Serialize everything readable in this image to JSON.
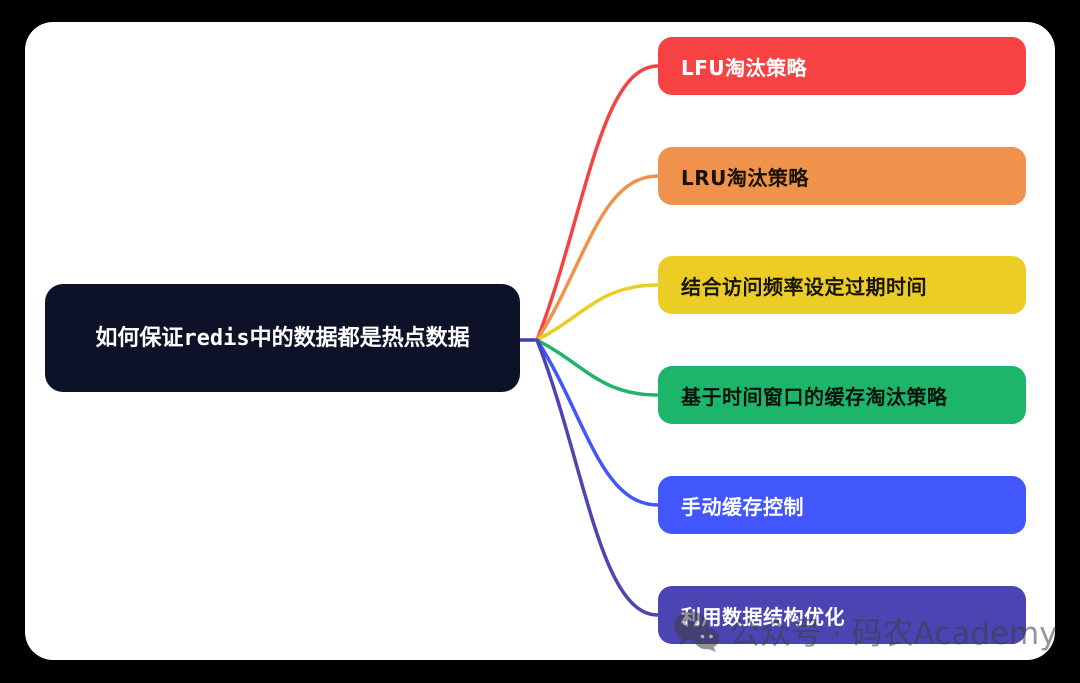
{
  "page": {
    "background": "#000000",
    "card_background": "#ffffff"
  },
  "root": {
    "text_prefix": "如何保证",
    "text_code": "redis",
    "text_suffix": "中的数据都是热点数",
    "text_wrap": "据",
    "bg": "#0e1228",
    "text_color": "#ffffff",
    "connector_color": "#433ea6"
  },
  "branches": [
    {
      "label": "LFU淘汰策略",
      "bg": "#f64242",
      "text_color": "#ffffff"
    },
    {
      "label": "LRU淘汰策略",
      "bg": "#f0924c",
      "text_color": "#191207"
    },
    {
      "label": "结合访问频率设定过期时间",
      "bg": "#ebcd25",
      "text_color": "#191504"
    },
    {
      "label": "基于时间窗口的缓存淘汰策略",
      "bg": "#1db56a",
      "text_color": "#0b130d"
    },
    {
      "label": "手动缓存控制",
      "bg": "#4156fb",
      "text_color": "#ffffff"
    },
    {
      "label": "利用数据结构优化",
      "bg": "#4a45b2",
      "text_color": "#ffffff"
    }
  ],
  "watermark": {
    "icon": "wechat-icon",
    "text": "公众号 · 码农Academy"
  }
}
